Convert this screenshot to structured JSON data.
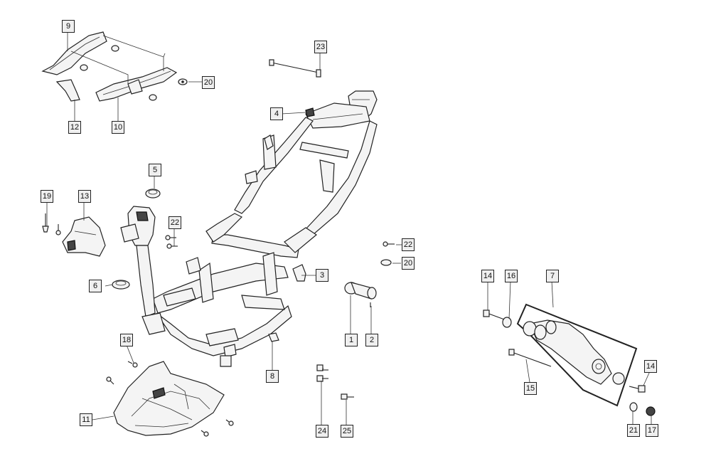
{
  "callouts": [
    {
      "id": "c1",
      "label": "1"
    },
    {
      "id": "c2",
      "label": "2"
    },
    {
      "id": "c3",
      "label": "3"
    },
    {
      "id": "c4",
      "label": "4"
    },
    {
      "id": "c5",
      "label": "5"
    },
    {
      "id": "c6",
      "label": "6"
    },
    {
      "id": "c7",
      "label": "7"
    },
    {
      "id": "c8",
      "label": "8"
    },
    {
      "id": "c9",
      "label": "9"
    },
    {
      "id": "c10",
      "label": "10"
    },
    {
      "id": "c11",
      "label": "11"
    },
    {
      "id": "c12",
      "label": "12"
    },
    {
      "id": "c13",
      "label": "13"
    },
    {
      "id": "c14a",
      "label": "14"
    },
    {
      "id": "c14b",
      "label": "14"
    },
    {
      "id": "c15",
      "label": "15"
    },
    {
      "id": "c16",
      "label": "16"
    },
    {
      "id": "c17",
      "label": "17"
    },
    {
      "id": "c18",
      "label": "18"
    },
    {
      "id": "c19",
      "label": "19"
    },
    {
      "id": "c20a",
      "label": "20"
    },
    {
      "id": "c20b",
      "label": "20"
    },
    {
      "id": "c21",
      "label": "21"
    },
    {
      "id": "c22a",
      "label": "22"
    },
    {
      "id": "c22b",
      "label": "22"
    },
    {
      "id": "c23",
      "label": "23"
    },
    {
      "id": "c24",
      "label": "24"
    },
    {
      "id": "c25",
      "label": "25"
    }
  ]
}
